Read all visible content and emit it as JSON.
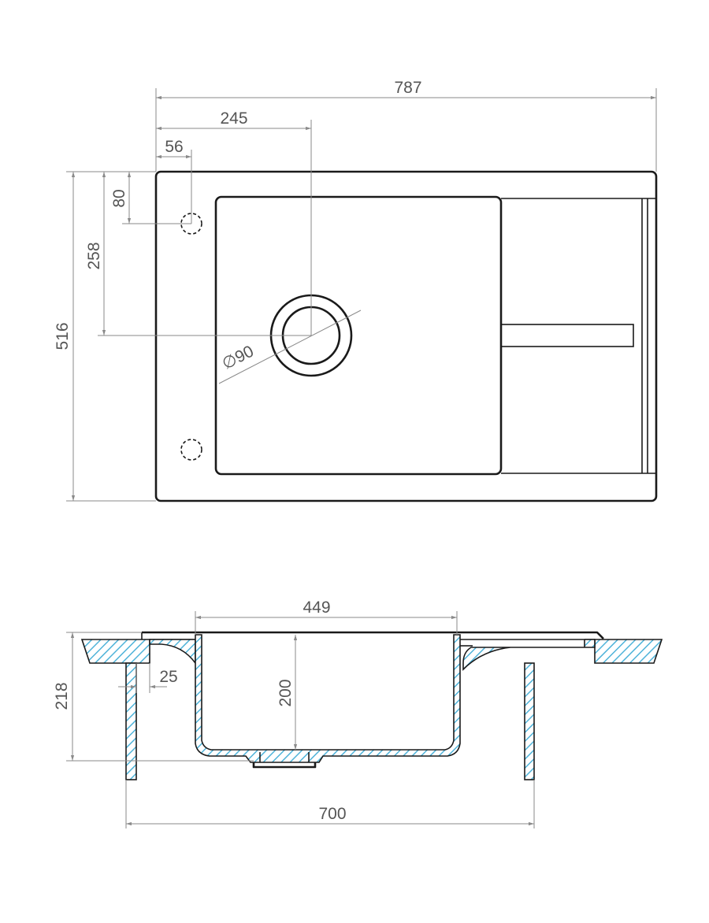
{
  "top_view": {
    "width_overall": "787",
    "depth_overall": "516",
    "drain_offset_x": "245",
    "tap_offset_x": "56",
    "tap_offset_y": "80",
    "drain_offset_y": "258",
    "drain_diameter": "∅90"
  },
  "section_view": {
    "bowl_width": "449",
    "bowl_depth": "200",
    "rim_offset": "25",
    "total_height": "218",
    "cabinet_width": "700"
  },
  "colors": {
    "line": "#1a1a1a",
    "dimension": "#8a8a8a",
    "dimension_text": "#555555",
    "hatch": "#4fb3d9"
  }
}
